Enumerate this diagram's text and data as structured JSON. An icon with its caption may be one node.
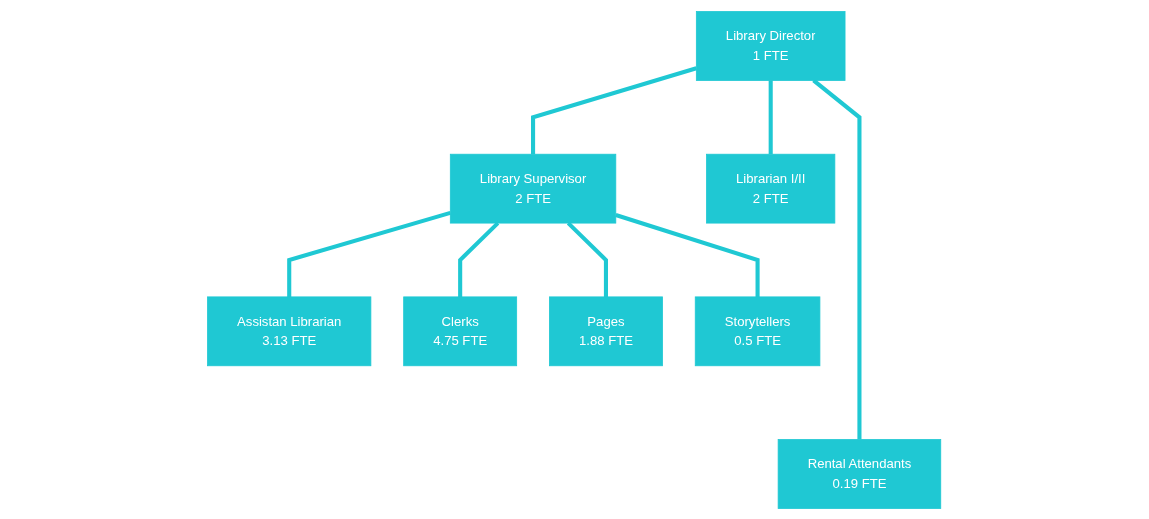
{
  "diagram": {
    "nodes": [
      {
        "text": [
          "Library Director",
          "1 FTE"
        ]
      },
      {
        "text": [
          "Library Supervisor",
          "2 FTE"
        ]
      },
      {
        "text": [
          "Librarian I/II",
          "2 FTE"
        ]
      },
      {
        "text": [
          "Assistan Librarian",
          "3.13 FTE"
        ]
      },
      {
        "text": [
          "Clerks",
          "4.75 FTE"
        ]
      },
      {
        "text": [
          "Pages",
          "1.88 FTE"
        ]
      },
      {
        "text": [
          "Storytellers",
          "0.5 FTE"
        ]
      },
      {
        "text": [
          "Rental Attendants",
          "0.19 FTE"
        ]
      }
    ],
    "edges": [
      {
        "from": 0,
        "to": 1,
        "arrow": "none"
      },
      {
        "from": 0,
        "to": 2,
        "arrow": "none"
      },
      {
        "from": 0,
        "to": 7,
        "arrow": "none"
      },
      {
        "from": 1,
        "to": 3,
        "arrow": "none"
      },
      {
        "from": 1,
        "to": 4,
        "arrow": "none"
      },
      {
        "from": 1,
        "to": 5,
        "arrow": "none"
      },
      {
        "from": 1,
        "to": 6,
        "arrow": "none"
      }
    ]
  }
}
